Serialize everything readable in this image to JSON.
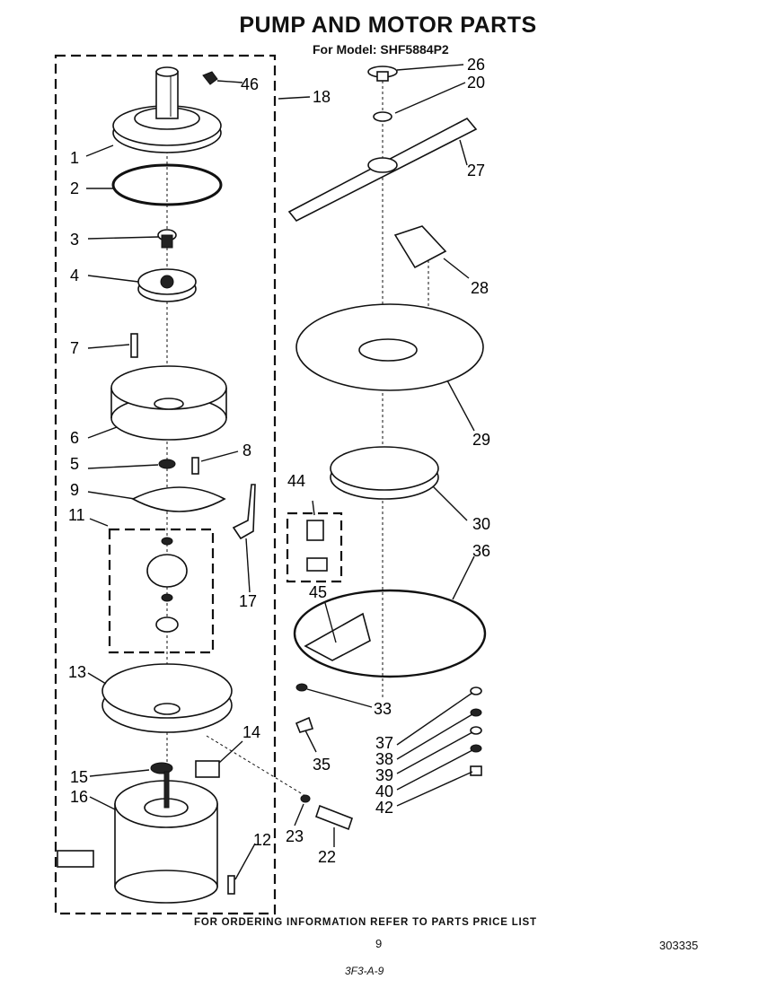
{
  "header": {
    "title": "PUMP AND MOTOR PARTS",
    "subtitle": "For Model: SHF5884P2"
  },
  "callouts": [
    "1",
    "2",
    "3",
    "4",
    "5",
    "6",
    "7",
    "8",
    "9",
    "11",
    "12",
    "13",
    "14",
    "15",
    "16",
    "17",
    "18",
    "20",
    "22",
    "23",
    "26",
    "27",
    "28",
    "29",
    "30",
    "33",
    "35",
    "36",
    "37",
    "38",
    "39",
    "40",
    "42",
    "44",
    "45",
    "46"
  ],
  "footer": {
    "ordering_note": "FOR ORDERING INFORMATION REFER TO PARTS PRICE LIST",
    "page_number": "9",
    "document_number": "303335",
    "handwritten_mark": "3F3-A-9"
  }
}
